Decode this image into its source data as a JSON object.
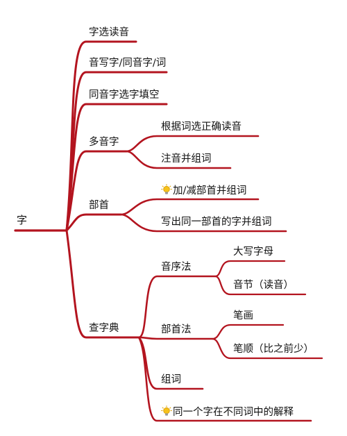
{
  "colors": {
    "branch": "#b3141f",
    "text": "#111111",
    "bulb": "#f6c21b"
  },
  "root": {
    "label": "字"
  },
  "branches": {
    "b1": {
      "label": "字选读音"
    },
    "b2": {
      "label": "音写字/同音字/词"
    },
    "b3": {
      "label": "同音字选字填空"
    },
    "b4": {
      "label": "多音字",
      "children": [
        {
          "label": "根据词选正确读音"
        },
        {
          "label": "注音并组词"
        }
      ]
    },
    "b5": {
      "label": "部首",
      "children": [
        {
          "label": "加/减部首并组词",
          "icon": "lightbulb-icon"
        },
        {
          "label": "写出同一部首的字并组词"
        }
      ]
    },
    "b6": {
      "label": "查字典",
      "children": [
        {
          "label": "音序法",
          "children": [
            {
              "label": "大写字母"
            },
            {
              "label": "音节（读音）"
            }
          ]
        },
        {
          "label": "部首法",
          "children": [
            {
              "label": "笔画"
            },
            {
              "label": "笔顺（比之前少）"
            }
          ]
        },
        {
          "label": "组词"
        },
        {
          "label": "同一个字在不同词中的解释",
          "icon": "lightbulb-icon"
        }
      ]
    }
  }
}
